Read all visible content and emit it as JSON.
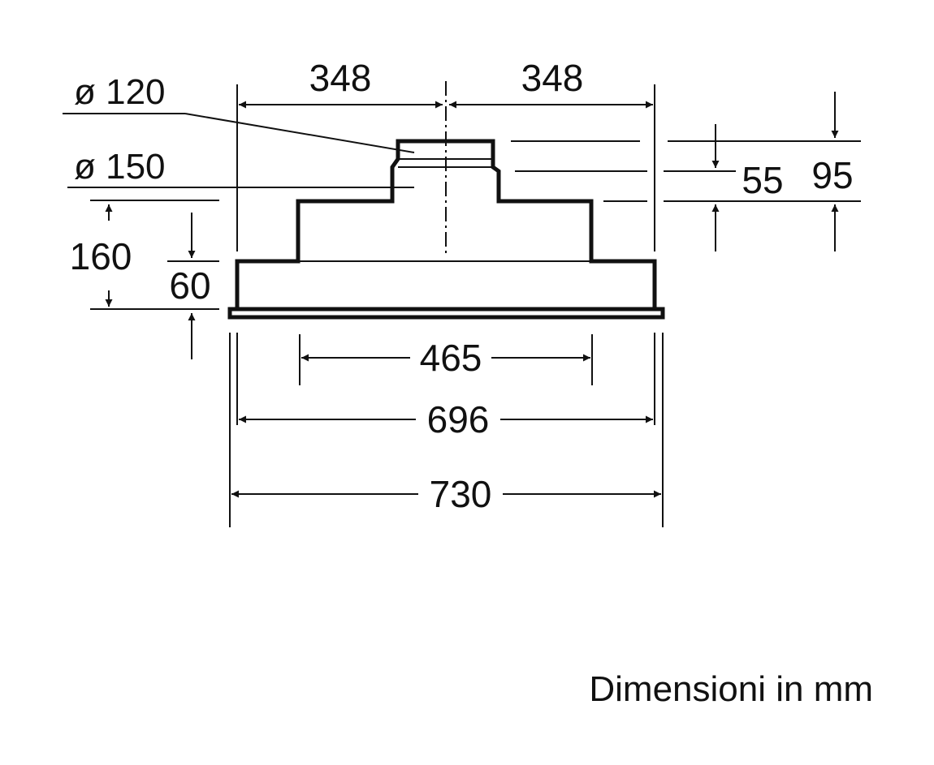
{
  "diagram": {
    "dimensions": {
      "half_width_left": "348",
      "half_width_right": "348",
      "diameter_small": "ø 120",
      "diameter_large": "ø 150",
      "total_height": "160",
      "base_height": "60",
      "collar_step": "55",
      "collar_height": "95",
      "inner_width": "465",
      "body_width": "696",
      "overall_width": "730"
    },
    "units_note": "Dimensioni in mm"
  }
}
